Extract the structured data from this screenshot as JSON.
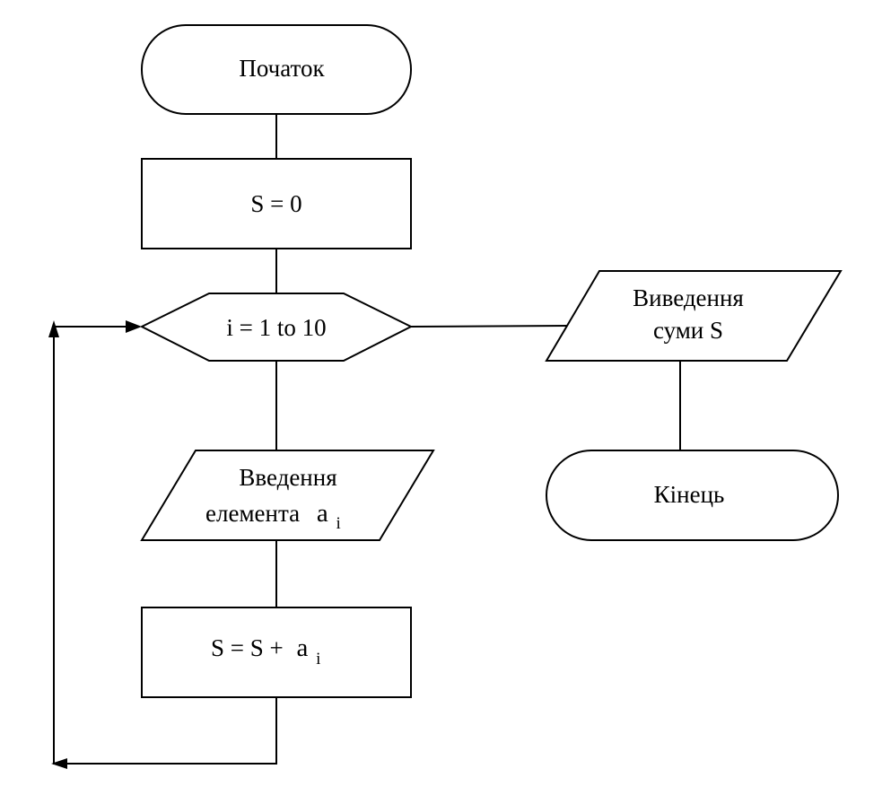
{
  "flowchart": {
    "start": {
      "label": "Початок"
    },
    "init": {
      "label": "S = 0"
    },
    "loop": {
      "label": "i = 1 to 10"
    },
    "input_element": {
      "line1": "Введення",
      "line2": "елемента",
      "var": "a",
      "index": "i"
    },
    "accumulate": {
      "lhs": "S = S +",
      "var": "a",
      "index": "i"
    },
    "output_sum": {
      "line1": "Виведення",
      "line2": "суми S"
    },
    "end": {
      "label": "Кінець"
    }
  }
}
